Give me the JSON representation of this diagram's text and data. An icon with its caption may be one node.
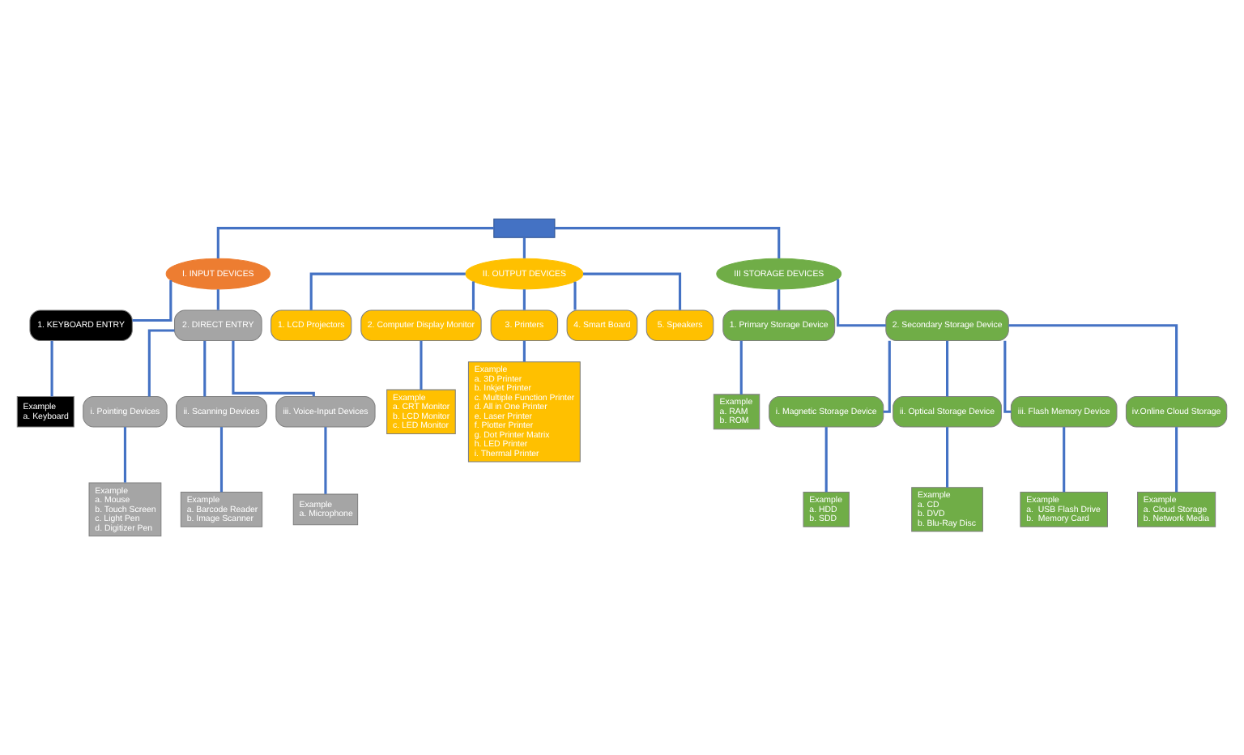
{
  "diagram": {
    "nodes": [
      {
        "text": [],
        "shape": "box"
      },
      {
        "text": [
          "I. INPUT DEVICES"
        ]
      },
      {
        "text": [
          "II. OUTPUT DEVICES"
        ]
      },
      {
        "text": [
          "III STORAGE DEVICES"
        ]
      },
      {
        "text": [
          "1. KEYBOARD ENTRY"
        ]
      },
      {
        "text": [
          "2. DIRECT ENTRY"
        ]
      },
      {
        "text": [
          "Example",
          "a. Keyboard"
        ]
      },
      {
        "text": [
          "i. Pointing Devices"
        ]
      },
      {
        "text": [
          "ii. Scanning Devices"
        ]
      },
      {
        "text": [
          "iii. Voice-Input Devices"
        ]
      },
      {
        "text": [
          "Example",
          "a. Mouse",
          "b. Touch Screen",
          "c. Light Pen",
          "d. Digitizer Pen"
        ]
      },
      {
        "text": [
          "Example",
          "a. Barcode Reader",
          "b. Image Scanner"
        ]
      },
      {
        "text": [
          "Example",
          "a. Microphone"
        ]
      },
      {
        "text": [
          "1. LCD Projectors"
        ]
      },
      {
        "text": [
          "2. Computer Display Monitor"
        ]
      },
      {
        "text": [
          "3. Printers"
        ]
      },
      {
        "text": [
          "4. Smart Board"
        ]
      },
      {
        "text": [
          "5. Speakers"
        ]
      },
      {
        "text": [
          "Example",
          "a. CRT Monitor",
          "b. LCD Monitor",
          "c. LED Monitor"
        ]
      },
      {
        "text": [
          "Example",
          "a. 3D Printer",
          "b. Inkjet Printer",
          "c. Multiple Function Printer",
          "d. All in One Printer",
          "e. Laser Printer",
          "f. Plotter Printer",
          "g. Dot Printer Matrix",
          "h. LED Printer",
          "i. Thermal Printer"
        ]
      },
      {
        "text": [
          "1. Primary Storage Device"
        ]
      },
      {
        "text": [
          "2. Secondary Storage Device"
        ]
      },
      {
        "text": [
          "Example",
          "a. RAM",
          "b. ROM"
        ]
      },
      {
        "text": [
          "i. Magnetic Storage Device"
        ]
      },
      {
        "text": [
          "ii. Optical Storage Device"
        ]
      },
      {
        "text": [
          "iii. Flash Memory Device"
        ]
      },
      {
        "text": [
          "iv.Online Cloud Storage"
        ]
      },
      {
        "text": [
          "Example",
          "a. HDD",
          "b. SDD"
        ]
      },
      {
        "text": [
          "Example",
          "a. CD",
          "b. DVD",
          "b. Blu-Ray Disc"
        ]
      },
      {
        "text": [
          "Example",
          "a.  USB Flash Drive",
          "b.  Memory Card"
        ]
      },
      {
        "text": [
          "Example",
          "a. Cloud Storage",
          "b. Network Media"
        ]
      }
    ],
    "edges": [
      {
        "from": 0,
        "to": 1,
        "arrow": "none"
      },
      {
        "from": 0,
        "to": 2,
        "arrow": "none"
      },
      {
        "from": 0,
        "to": 3,
        "arrow": "none"
      },
      {
        "from": 1,
        "to": 4,
        "arrow": "none"
      },
      {
        "from": 1,
        "to": 5,
        "arrow": "none"
      },
      {
        "from": 4,
        "to": 6,
        "arrow": "none"
      },
      {
        "from": 5,
        "to": 7,
        "arrow": "none"
      },
      {
        "from": 5,
        "to": 8,
        "arrow": "none"
      },
      {
        "from": 5,
        "to": 9,
        "arrow": "none"
      },
      {
        "from": 7,
        "to": 10,
        "arrow": "none"
      },
      {
        "from": 8,
        "to": 11,
        "arrow": "none"
      },
      {
        "from": 9,
        "to": 12,
        "arrow": "none"
      },
      {
        "from": 2,
        "to": 13,
        "arrow": "none"
      },
      {
        "from": 2,
        "to": 14,
        "arrow": "none"
      },
      {
        "from": 2,
        "to": 15,
        "arrow": "none"
      },
      {
        "from": 2,
        "to": 16,
        "arrow": "none"
      },
      {
        "from": 2,
        "to": 17,
        "arrow": "none"
      },
      {
        "from": 14,
        "to": 18,
        "arrow": "none"
      },
      {
        "from": 15,
        "to": 19,
        "arrow": "none"
      },
      {
        "from": 3,
        "to": 20,
        "arrow": "none"
      },
      {
        "from": 3,
        "to": 21,
        "arrow": "none"
      },
      {
        "from": 20,
        "to": 22,
        "arrow": "none"
      },
      {
        "from": 21,
        "to": 23,
        "arrow": "none"
      },
      {
        "from": 21,
        "to": 24,
        "arrow": "none"
      },
      {
        "from": 21,
        "to": 25,
        "arrow": "none"
      },
      {
        "from": 21,
        "to": 26,
        "arrow": "none"
      },
      {
        "from": 23,
        "to": 27,
        "arrow": "none"
      },
      {
        "from": 24,
        "to": 28,
        "arrow": "none"
      },
      {
        "from": 25,
        "to": 29,
        "arrow": "none"
      },
      {
        "from": 26,
        "to": 30,
        "arrow": "none"
      }
    ]
  }
}
